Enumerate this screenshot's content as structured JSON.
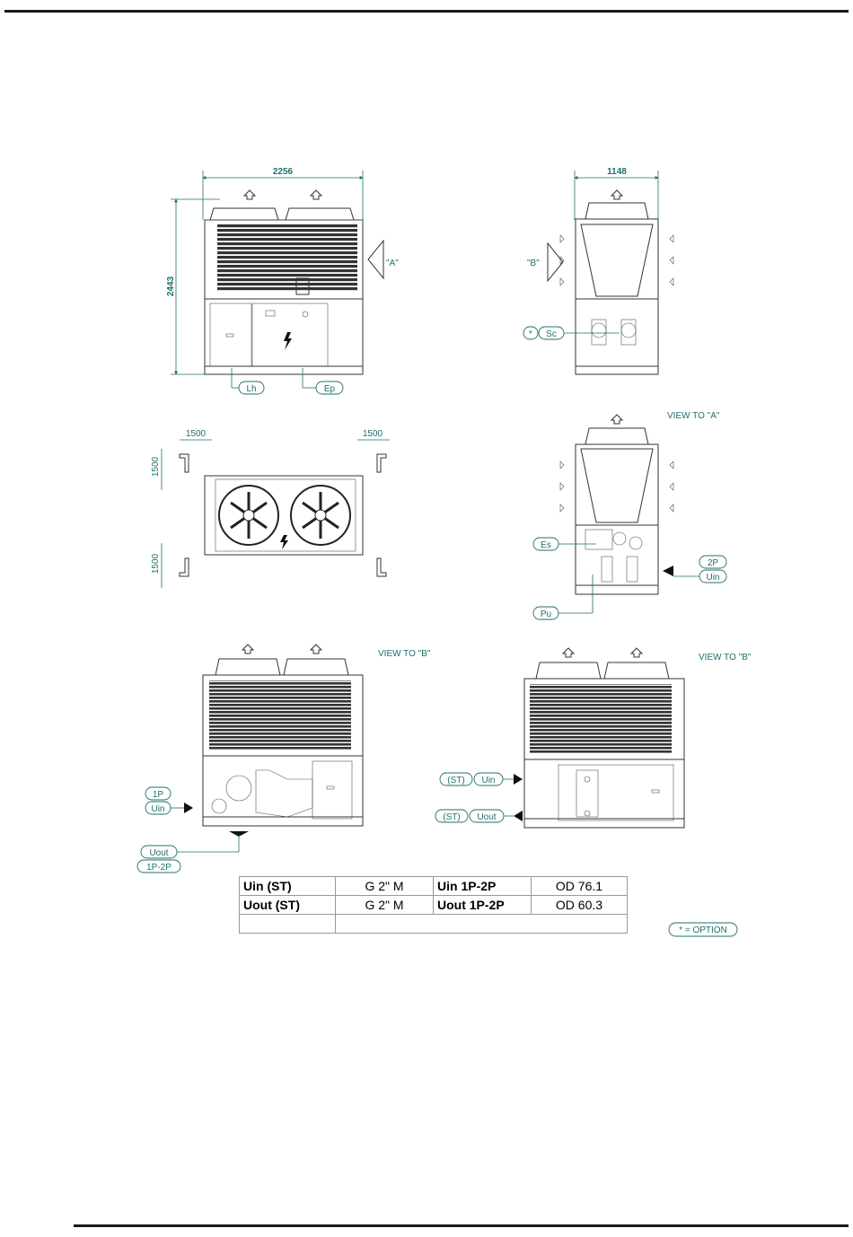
{
  "dimensions": {
    "front_width": "2256",
    "front_height": "2443",
    "side_width": "1148",
    "clear_left": "1500",
    "clear_right": "1500",
    "clear_top": "1500",
    "clear_bottom": "1500"
  },
  "view_labels": {
    "A": "\"A\"",
    "B": "\"B\"",
    "view_a": "VIEW TO \"A\"",
    "view_b_1": "VIEW TO \"B\"",
    "view_b_2": "VIEW TO \"B\""
  },
  "callouts": {
    "lh": "Lh",
    "ep": "Ep",
    "sc": "Sc",
    "star": "*",
    "es": "Es",
    "pu": "Pu",
    "p2": "2P",
    "uin_a": "Uin",
    "p1": "1P",
    "uin_b1": "Uin",
    "uout_b1": "Uout",
    "p1p2": "1P-2P",
    "st1": "(ST)",
    "uin_b2": "Uin",
    "st2": "(ST)",
    "uout_b2": "Uout"
  },
  "connections_table": {
    "rows": [
      [
        "Uin (ST)",
        "G 2\" M",
        "Uin 1P-2P",
        "OD 76.1"
      ],
      [
        "Uout (ST)",
        "G 2\" M",
        "Uout 1P-2P",
        "OD 60.3"
      ]
    ]
  },
  "option_note": "* = OPTION",
  "colors": {
    "annotation": "#1f6f6a",
    "line": "#333333"
  }
}
